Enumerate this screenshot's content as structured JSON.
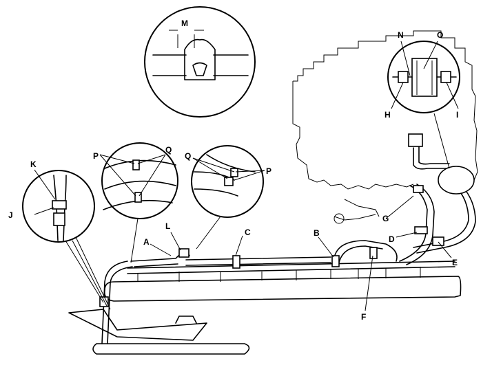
{
  "labels": {
    "A": "A",
    "B": "B",
    "C": "C",
    "D": "D",
    "E": "E",
    "F": "F",
    "G": "G",
    "H": "H",
    "I": "I",
    "J": "J",
    "K": "K",
    "L": "L",
    "M": "M",
    "N": "N",
    "O": "O",
    "P1": "P",
    "P2": "P",
    "Q1": "Q",
    "Q2": "Q"
  }
}
